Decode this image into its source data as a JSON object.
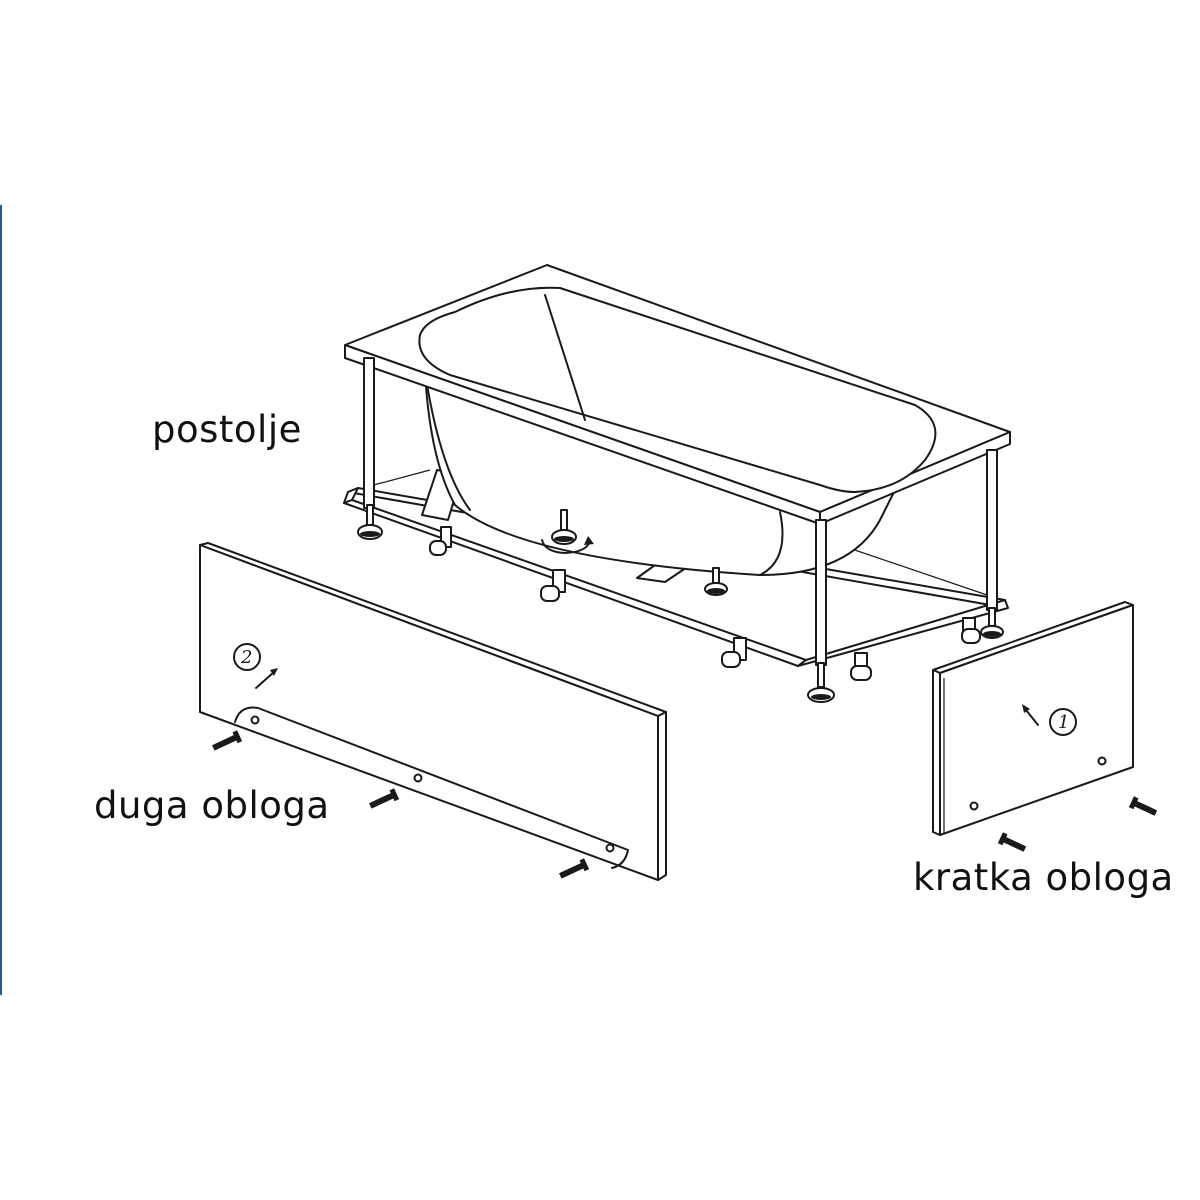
{
  "labels": {
    "frame": "postolje",
    "long_panel": "duga obloga",
    "short_panel": "kratka obloga"
  },
  "steps": {
    "short_panel_step": "1",
    "long_panel_step": "2"
  }
}
